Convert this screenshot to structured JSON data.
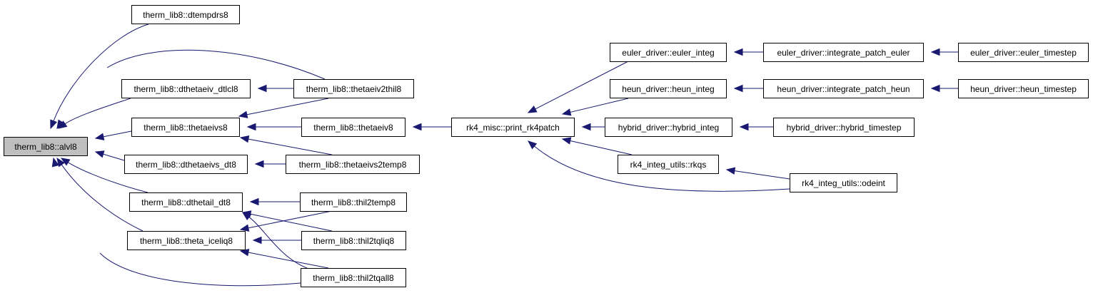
{
  "diagram": {
    "colors": {
      "edge": "#191970",
      "node_border": "#000000",
      "node_fill": "#ffffff",
      "root_fill": "#bfbfbf"
    },
    "nodes": [
      {
        "id": "alvl8",
        "label": "therm_lib8::alvl8",
        "root": true
      },
      {
        "id": "dtempdrs8",
        "label": "therm_lib8::dtempdrs8"
      },
      {
        "id": "dthetaeiv_dtlcl8",
        "label": "therm_lib8::dthetaeiv_dtlcl8"
      },
      {
        "id": "thetaeiv2thil8",
        "label": "therm_lib8::thetaeiv2thil8"
      },
      {
        "id": "thetaeivs8",
        "label": "therm_lib8::thetaeivs8"
      },
      {
        "id": "thetaeiv8",
        "label": "therm_lib8::thetaeiv8"
      },
      {
        "id": "dthetaeivs_dt8",
        "label": "therm_lib8::dthetaeivs_dt8"
      },
      {
        "id": "thetaeivs2temp8",
        "label": "therm_lib8::thetaeivs2temp8"
      },
      {
        "id": "dthetail_dt8",
        "label": "therm_lib8::dthetail_dt8"
      },
      {
        "id": "thil2temp8",
        "label": "therm_lib8::thil2temp8"
      },
      {
        "id": "theta_iceliq8",
        "label": "therm_lib8::theta_iceliq8"
      },
      {
        "id": "thil2tqliq8",
        "label": "therm_lib8::thil2tqliq8"
      },
      {
        "id": "thil2tqall8",
        "label": "therm_lib8::thil2tqall8"
      },
      {
        "id": "print_rk4patch",
        "label": "rk4_misc::print_rk4patch"
      },
      {
        "id": "euler_integ",
        "label": "euler_driver::euler_integ"
      },
      {
        "id": "integrate_patch_euler",
        "label": "euler_driver::integrate_patch_euler"
      },
      {
        "id": "euler_timestep",
        "label": "euler_driver::euler_timestep"
      },
      {
        "id": "heun_integ",
        "label": "heun_driver::heun_integ"
      },
      {
        "id": "integrate_patch_heun",
        "label": "heun_driver::integrate_patch_heun"
      },
      {
        "id": "heun_timestep",
        "label": "heun_driver::heun_timestep"
      },
      {
        "id": "hybrid_integ",
        "label": "hybrid_driver::hybrid_integ"
      },
      {
        "id": "hybrid_timestep",
        "label": "hybrid_driver::hybrid_timestep"
      },
      {
        "id": "rkqs",
        "label": "rk4_integ_utils::rkqs"
      },
      {
        "id": "odeint",
        "label": "rk4_integ_utils::odeint"
      }
    ],
    "edges": [
      {
        "from": "dtempdrs8",
        "to": "alvl8"
      },
      {
        "from": "thetaeiv2thil8",
        "to": "alvl8"
      },
      {
        "from": "dthetaeiv_dtlcl8",
        "to": "alvl8"
      },
      {
        "from": "thetaeivs8",
        "to": "alvl8"
      },
      {
        "from": "dthetaeivs_dt8",
        "to": "alvl8"
      },
      {
        "from": "dthetail_dt8",
        "to": "alvl8"
      },
      {
        "from": "theta_iceliq8",
        "to": "alvl8"
      },
      {
        "from": "thil2tqall8",
        "to": "alvl8"
      },
      {
        "from": "thetaeiv2thil8",
        "to": "dthetaeiv_dtlcl8"
      },
      {
        "from": "thetaeiv2thil8",
        "to": "thetaeivs8"
      },
      {
        "from": "thetaeiv8",
        "to": "thetaeivs8"
      },
      {
        "from": "thetaeivs2temp8",
        "to": "thetaeivs8"
      },
      {
        "from": "thetaeivs2temp8",
        "to": "dthetaeivs_dt8"
      },
      {
        "from": "thil2temp8",
        "to": "dthetail_dt8"
      },
      {
        "from": "thil2tqliq8",
        "to": "dthetail_dt8"
      },
      {
        "from": "thil2tqall8",
        "to": "dthetail_dt8"
      },
      {
        "from": "thil2temp8",
        "to": "theta_iceliq8"
      },
      {
        "from": "thil2tqliq8",
        "to": "theta_iceliq8"
      },
      {
        "from": "thil2tqall8",
        "to": "theta_iceliq8"
      },
      {
        "from": "print_rk4patch",
        "to": "thetaeiv8"
      },
      {
        "from": "euler_integ",
        "to": "print_rk4patch"
      },
      {
        "from": "heun_integ",
        "to": "print_rk4patch"
      },
      {
        "from": "hybrid_integ",
        "to": "print_rk4patch"
      },
      {
        "from": "rkqs",
        "to": "print_rk4patch"
      },
      {
        "from": "odeint",
        "to": "print_rk4patch"
      },
      {
        "from": "integrate_patch_euler",
        "to": "euler_integ"
      },
      {
        "from": "euler_timestep",
        "to": "integrate_patch_euler"
      },
      {
        "from": "integrate_patch_heun",
        "to": "heun_integ"
      },
      {
        "from": "heun_timestep",
        "to": "integrate_patch_heun"
      },
      {
        "from": "hybrid_timestep",
        "to": "hybrid_integ"
      },
      {
        "from": "odeint",
        "to": "rkqs"
      }
    ]
  }
}
